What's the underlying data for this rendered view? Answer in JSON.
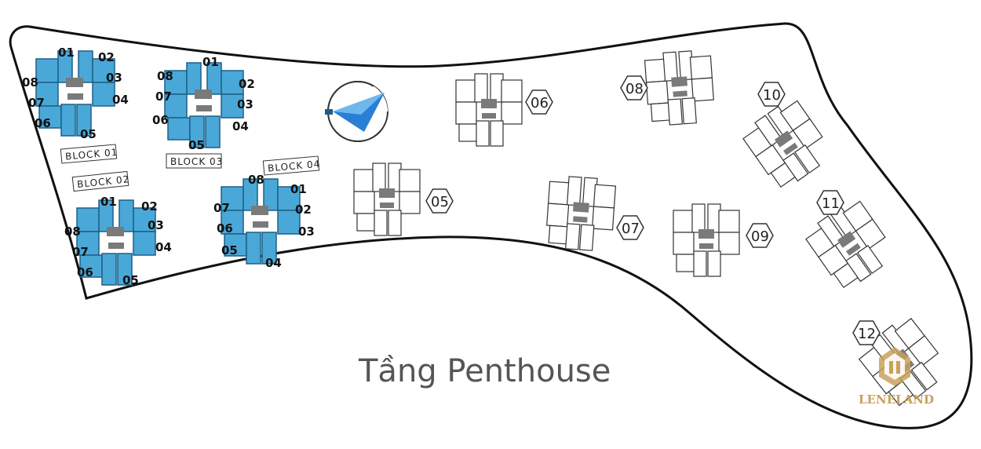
{
  "title": "Tầng Penthouse",
  "colors": {
    "blue_unit": "#4aa8d8",
    "blue_stroke": "#1d5f86",
    "core": "#7a7a7a",
    "outline": "#111111",
    "white_unit_stroke": "#333333",
    "compass_blue": "#2a7fd4"
  },
  "compass": {
    "icon": "compass-north-arrow-icon"
  },
  "blocks": [
    {
      "label": "BLOCK 01",
      "units": [
        "01",
        "02",
        "03",
        "04",
        "05",
        "06",
        "07",
        "08"
      ]
    },
    {
      "label": "BLOCK 03",
      "units": [
        "01",
        "02",
        "03",
        "04",
        "05",
        "06",
        "07",
        "08"
      ]
    },
    {
      "label": "BLOCK 02",
      "units": [
        "01",
        "02",
        "03",
        "04",
        "05",
        "06",
        "07",
        "08"
      ]
    },
    {
      "label": "BLOCK 04",
      "units": [
        "01",
        "02",
        "03",
        "04",
        "05",
        "06",
        "07",
        "08"
      ]
    }
  ],
  "towers": [
    "05",
    "06",
    "07",
    "08",
    "09",
    "10",
    "11",
    "12"
  ],
  "logo": {
    "text": "LENELAND"
  }
}
